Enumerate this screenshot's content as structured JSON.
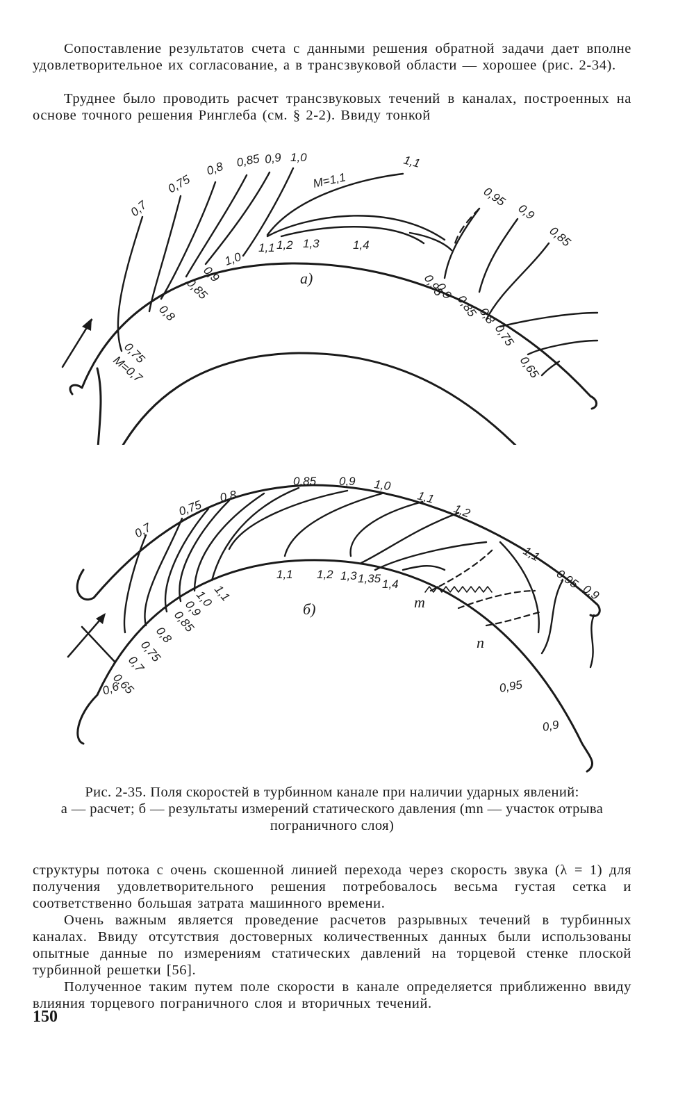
{
  "text_top": {
    "p1": "Сопоставление результатов счета с данными решения обратной задачи дает вполне удовлетворительное их согласование, а в трансзвуковой области — хорошее (рис. 2-34).",
    "p2": "Труднее было проводить расчет трансзвуковых течений в каналах, построенных на основе точного решения Ринглеба (см. § 2-2). Ввиду тонкой"
  },
  "figure_a": {
    "sublabel": "а)",
    "upper_wall_labels": [
      "0,7",
      "0,75",
      "0,8",
      "0,85",
      "0,9",
      "1,0",
      "1,1",
      "0,95",
      "0,9",
      "0,85"
    ],
    "inner_labels": [
      "M=1,1",
      "1,1",
      "1,2",
      "1,3",
      "1,4"
    ],
    "lower_wall_labels": [
      "1,0",
      "0,9",
      "0,85",
      "0,8",
      "0,95",
      "0,9",
      "0,85",
      "0,8",
      "0,75",
      "0,65"
    ],
    "inlet_labels": [
      "0,75",
      "M=0,7"
    ]
  },
  "figure_b": {
    "sublabel": "б)",
    "upper_wall_labels": [
      "0,7",
      "0,75",
      "0,8",
      "0,85",
      "0,9",
      "1,0",
      "1,1",
      "1,2",
      "1,1",
      "0,95",
      "0,9"
    ],
    "inner_labels": [
      "1,1",
      "1,2",
      "1,3",
      "1,35",
      "1,4",
      "m",
      "n"
    ],
    "lower_wall_labels": [
      "1,1",
      "1,0",
      "0,9",
      "0,85",
      "0,8",
      "0,75",
      "0,7",
      "0,65",
      "0,6",
      "0,95",
      "0,9"
    ]
  },
  "caption": {
    "line1": "Рис. 2-35. Поля скоростей в турбинном канале при наличии ударных явлений:",
    "line2": "а — расчет; б — результаты измерений статического давления (mn — участок отрыва пограничного слоя)"
  },
  "text_bottom": {
    "p1": "структуры потока с очень скошенной линией перехода через скорость звука (λ = 1) для получения удовлетворительного решения потребовалось весьма густая сетка и соответственно большая затрата машинного времени.",
    "p2": "Очень важным является проведение расчетов разрывных течений в турбинных каналах. Ввиду отсутствия достоверных количественных данных были использованы опытные данные по измерениям статических давлений на торцевой стенке плоской турбинной решетки [56].",
    "p3": "Полученное таким путем поле скорости в канале определяется приближенно ввиду влияния торцевого пограничного слоя и вторичных течений."
  },
  "page_number": "150"
}
